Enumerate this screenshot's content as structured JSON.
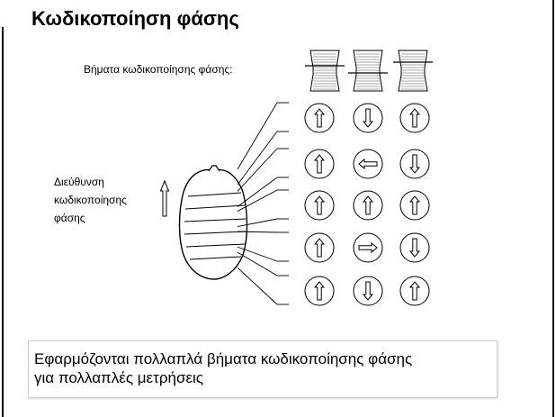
{
  "title": "Κωδικοποίηση φάσης",
  "phase_steps_label": "Βήματα κωδικοποίησης φάσης:",
  "encoding_direction_label": [
    "Διεύθυνση",
    "κωδικοποίησης",
    "φάσης"
  ],
  "caption_lines": [
    "Εφαρμόζονται πολλαπλά βήματα κωδικοποίησης φάσης",
    "για πολλαπλές μετρήσεις"
  ],
  "phase_grid": [
    [
      "up",
      "down",
      "up"
    ],
    [
      "up",
      "left",
      "down"
    ],
    [
      "up",
      "up",
      "up"
    ],
    [
      "up",
      "right",
      "down"
    ],
    [
      "up",
      "down",
      "up"
    ]
  ]
}
